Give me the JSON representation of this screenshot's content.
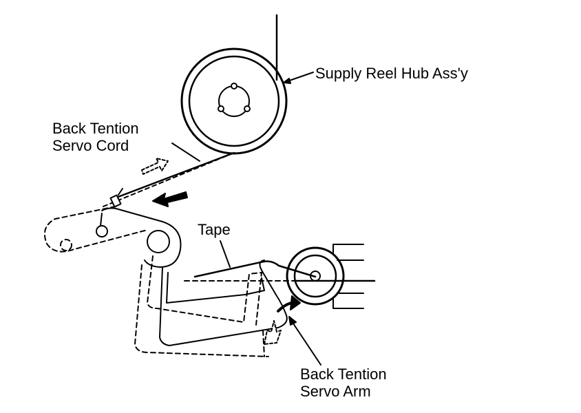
{
  "labels": {
    "supply_reel_hub": "Supply Reel Hub Ass'y",
    "back_tention_servo_cord": [
      "Back Tention",
      "Servo Cord"
    ],
    "tape": "Tape",
    "back_tention_servo_arm": [
      "Back Tention",
      "Servo Arm"
    ]
  },
  "colors": {
    "ink": "#000000",
    "paper": "#ffffff"
  }
}
